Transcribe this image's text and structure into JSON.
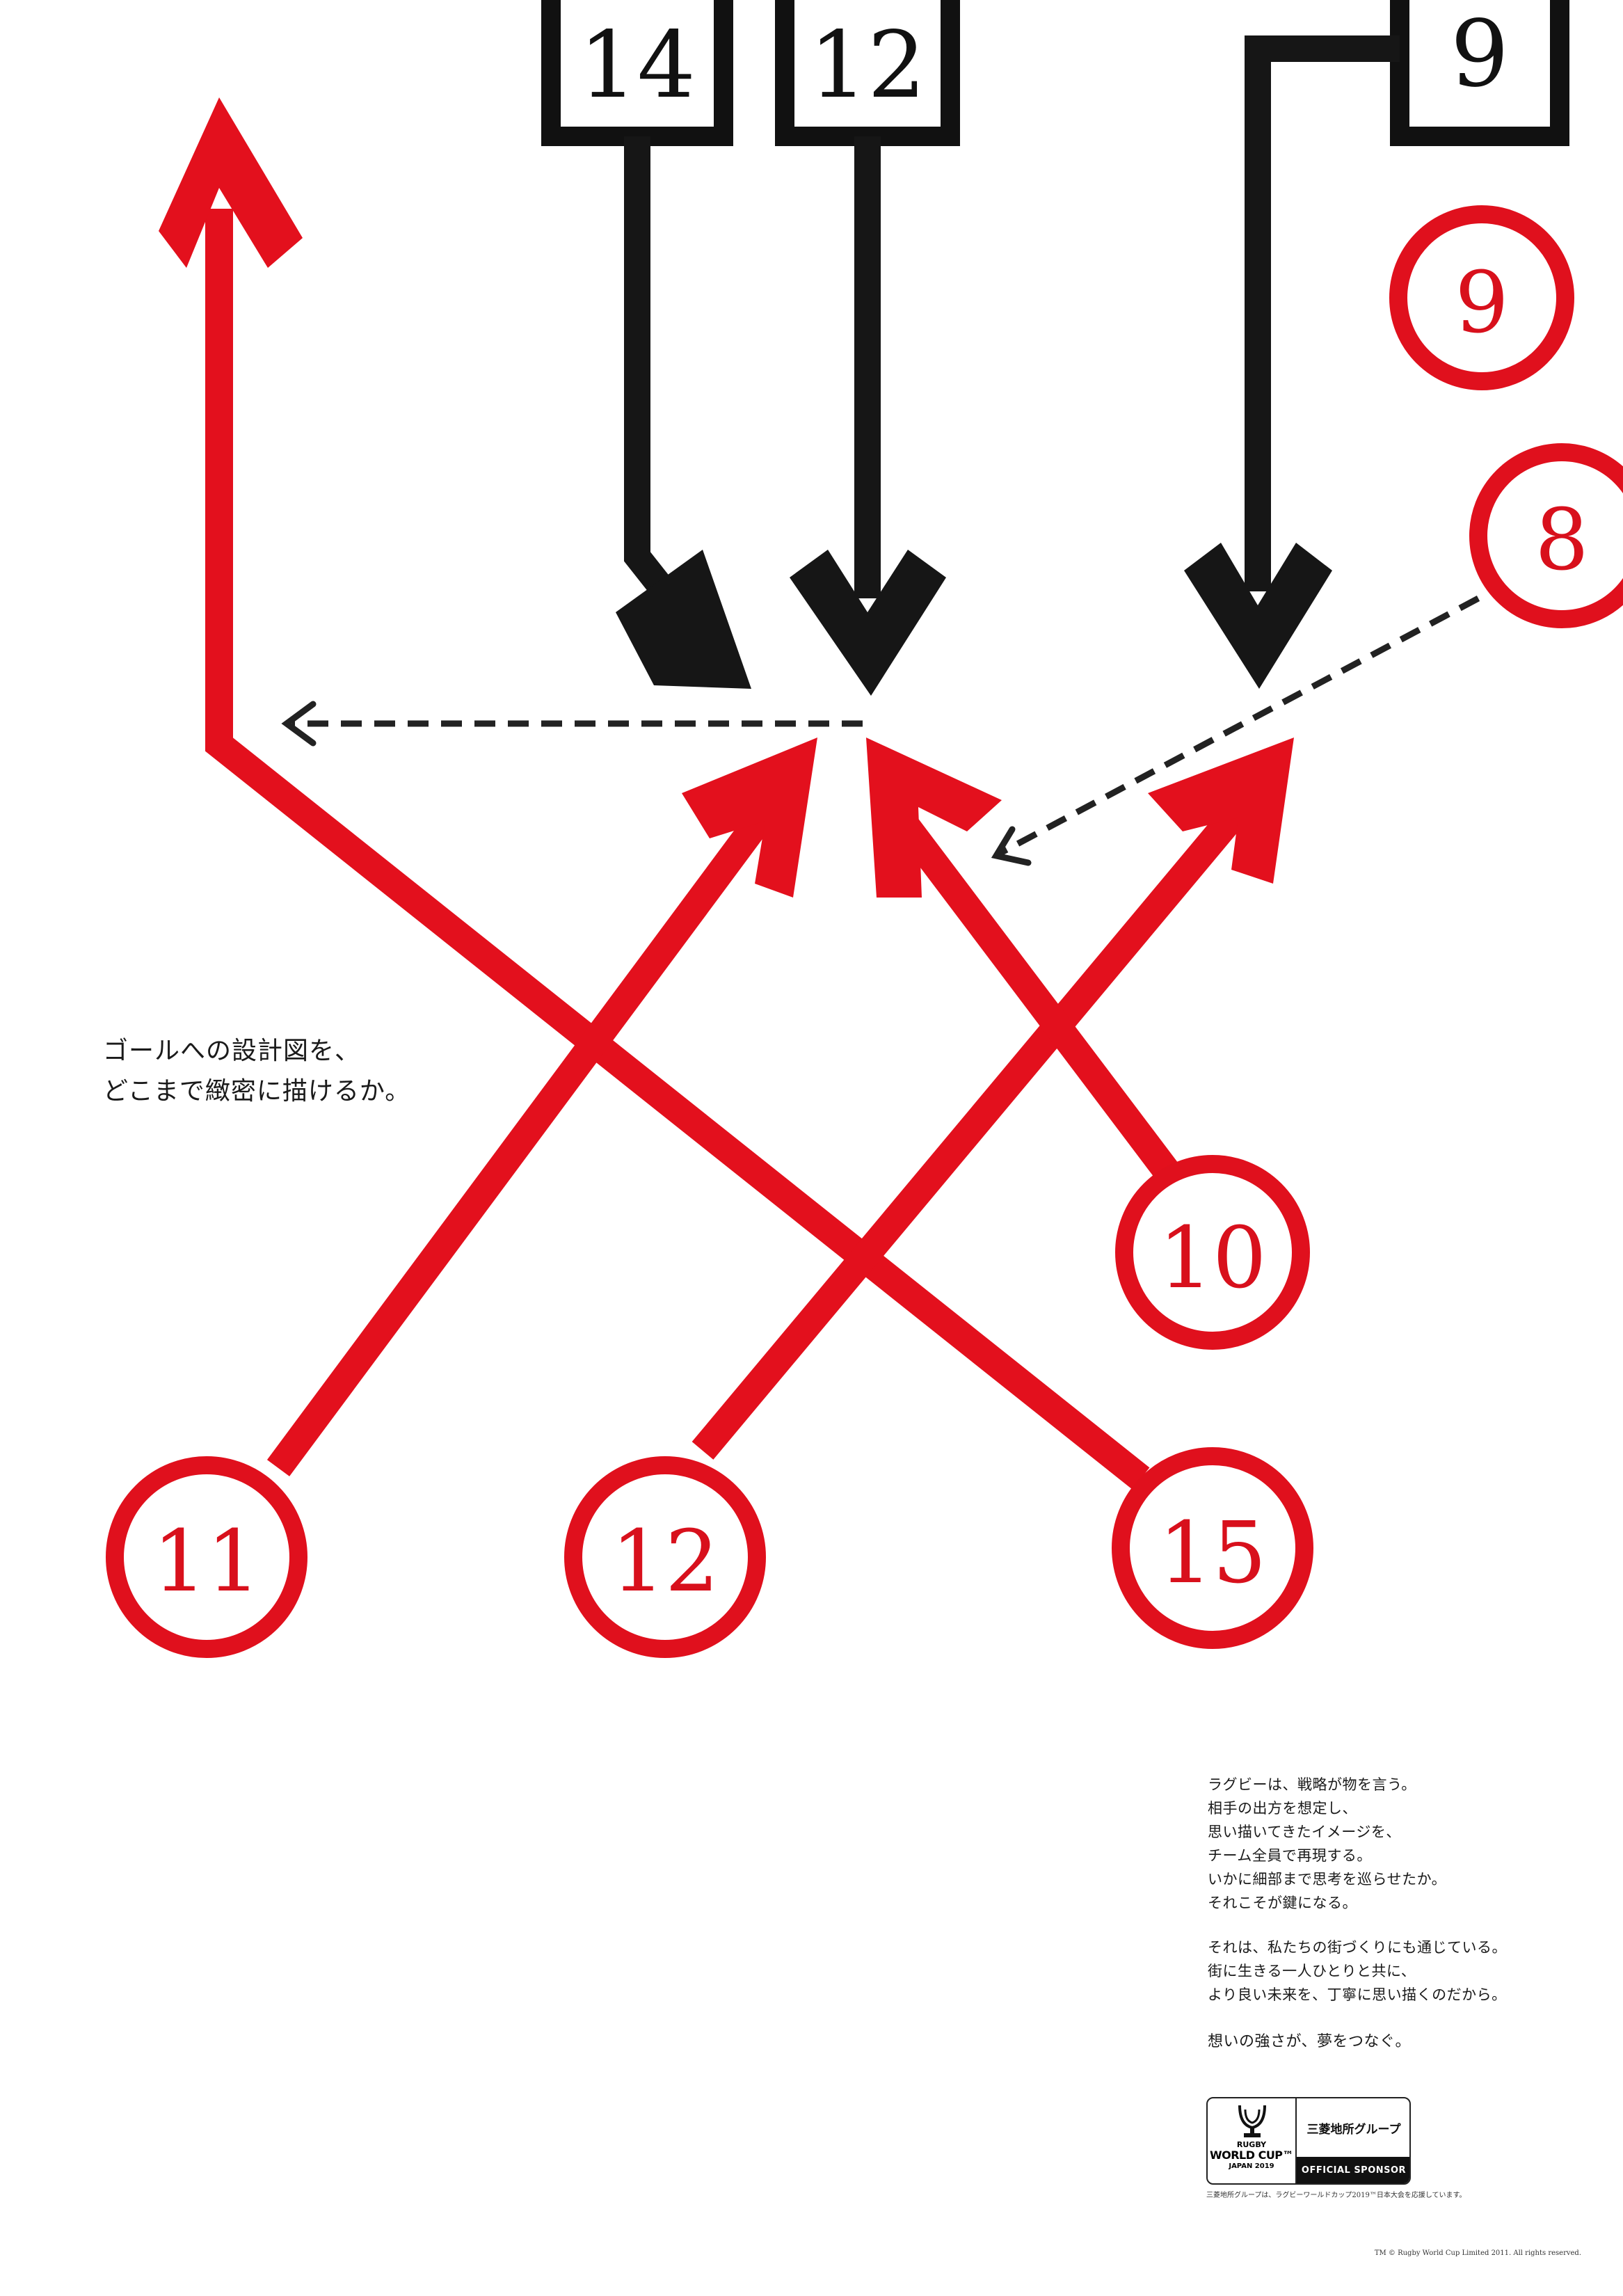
{
  "headline": {
    "line1": "ゴールへの設計図を、",
    "line2": "どこまで緻密に描けるか。"
  },
  "body_copy": {
    "para1": [
      "ラグビーは、戦略が物を言う。",
      "相手の出方を想定し、",
      "思い描いてきたイメージを、",
      "チーム全員で再現する。",
      "いかに細部まで思考を巡らせたか。",
      "それこそが鍵になる。"
    ],
    "para2": [
      "それは、私たちの街づくりにも通じている。",
      "街に生きる一人ひとりと共に、",
      "より良い未来を、丁寧に思い描くのだから。"
    ],
    "tagline": "想いの強さが、夢をつなぐ。"
  },
  "players": {
    "opponents": [
      "14",
      "12",
      "9"
    ],
    "team": [
      "9",
      "8",
      "10",
      "11",
      "12",
      "15"
    ]
  },
  "sponsor": {
    "rwc_line1": "RUGBY",
    "rwc_line2": "WORLD CUP™",
    "rwc_line3": "JAPAN 2019",
    "group_name": "三菱地所グループ",
    "official": "OFFICIAL SPONSOR",
    "note": "三菱地所グループは、ラグビーワールドカップ2019™日本大会を応援しています。"
  },
  "copyright": "TM © Rugby World Cup Limited 2011. All rights reserved.",
  "colors": {
    "red": "#e3101d",
    "black": "#161616",
    "background": "#ffffff"
  }
}
